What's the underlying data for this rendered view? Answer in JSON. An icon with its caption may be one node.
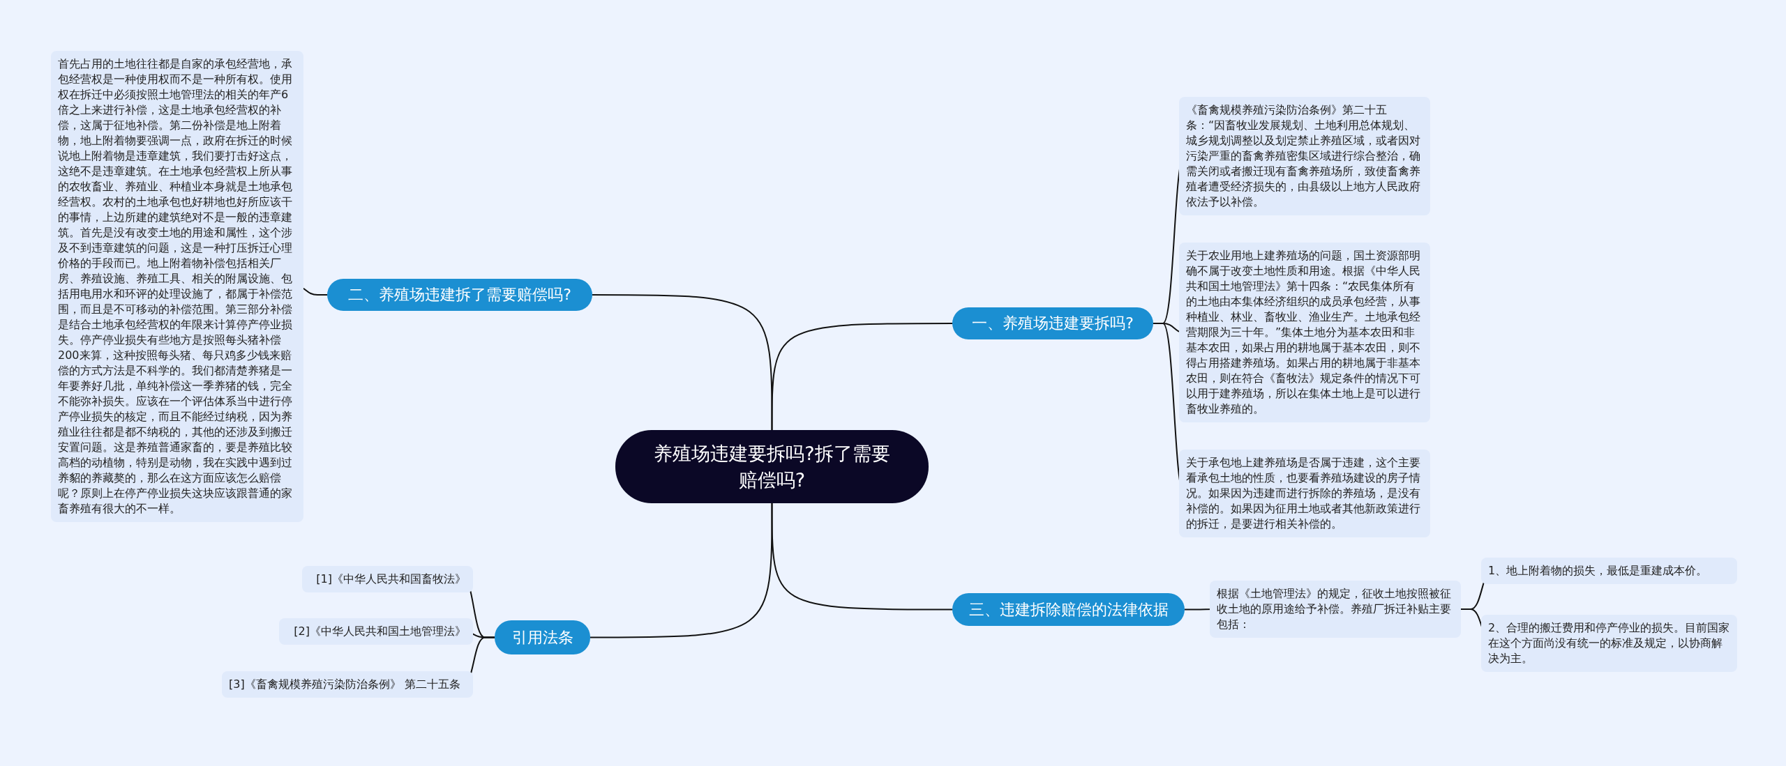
{
  "diagram": {
    "nodes": [
      {
        "text": [
          "养殖场违建要拆吗?拆了需要赔偿吗?"
        ]
      },
      {
        "text": [
          "二、养殖场违建拆了需要赔偿吗?"
        ]
      },
      {
        "text": [
          "首先占用的土地往往都是自家的承包经营地，承包经营权是一种使用权而不是一种所有权。使用权在拆迁中必须按照土地管理法的相关的年产6倍之上来进行补偿，这是土地承包经营权的补偿，这属于征地补偿。第二份补偿是地上附着物，地上附着物要强调一点，政府在拆迁的时候说地上附着物是违章建筑，我们要打击好这点，这绝不是违章建筑。在土地承包经营权上所从事的农牧畜业、养殖业、种植业本身就是土地承包经营权。农村的土地承包也好耕地也好所应该干的事情，上边所建的建筑绝对不是一般的违章建筑。首先是没有改变土地的用途和属性，这个涉及不到违章建筑的问题，这是一种打压拆迁心理价格的手段而已。地上附着物补偿包括相关厂房、养殖设施、养殖工具、相关的附属设施、包括用电用水和环评的处理设施了，都属于补偿范围，而且是不可移动的补偿范围。第三部分补偿是结合土地承包经营权的年限来计算停产停业损失。停产停业损失有些地方是按照每头猪补偿200来算，这种按照每头猪、每只鸡多少钱来赔偿的方式方法是不科学的。我们都清楚养猪是一年要养好几批，单纯补偿这一季养猪的钱，完全不能弥补损失。应该在一个评估体系当中进行停产停业损失的核定，而且不能经过纳税，因为养殖业往往都是都不纳税的，其他的还涉及到搬迁安置问题。这是养殖普通家畜的，要是养殖比较高档的动植物，特别是动物，我在实践中遇到过养貂的养藏獒的，那么在这方面应该怎么赔偿呢？原则上在停产停业损失这块应该跟普通的家畜养殖有很大的不一样。"
        ]
      },
      {
        "text": [
          "引用法条"
        ]
      },
      {
        "text": [
          "[1]《中华人民共和国畜牧法》"
        ]
      },
      {
        "text": [
          "[2]《中华人民共和国土地管理法》"
        ]
      },
      {
        "text": [
          "[3]《畜禽规模养殖污染防治条例》 第二十五条"
        ]
      },
      {
        "text": [
          "一、养殖场违建要拆吗?"
        ]
      },
      {
        "text": [
          "《畜禽规模养殖污染防治条例》第二十五条：“因畜牧业发展规划、土地利用总体规划、城乡规划调整以及划定禁止养殖区域，或者因对污染严重的畜禽养殖密集区域进行综合整治，确需关闭或者搬迁现有畜禽养殖场所，致使畜禽养殖者遭受经济损失的，由县级以上地方人民政府依法予以补偿。"
        ]
      },
      {
        "text": [
          "关于农业用地上建养殖场的问题，国土资源部明确不属于改变土地性质和用途。根据《中华人民共和国土地管理法》第十四条：“农民集体所有的土地由本集体经济组织的成员承包经营，从事种植业、林业、畜牧业、渔业生产。土地承包经营期限为三十年。”集体土地分为基本农田和非基本农田，如果占用的耕地属于基本农田，则不得占用搭建养殖场。如果占用的耕地属于非基本农田，则在符合《畜牧法》规定条件的情况下可以用于建养殖场，所以在集体土地上是可以进行畜牧业养殖的。"
        ]
      },
      {
        "text": [
          "关于承包地上建养殖场是否属于违建，这个主要看承包土地的性质，也要看养殖场建设的房子情况。如果因为违建而进行拆除的养殖场，是没有补偿的。如果因为征用土地或者其他新政策进行的拆迁，是要进行相关补偿的。"
        ]
      },
      {
        "text": [
          "三、违建拆除赔偿的法律依据"
        ]
      },
      {
        "text": [
          "根据《土地管理法》的规定，征收土地按照被征收土地的原用途给予补偿。养殖厂拆迁补贴主要包括："
        ]
      },
      {
        "text": [
          "1、地上附着物的损失，最低是重建成本价。"
        ]
      },
      {
        "text": [
          "2、合理的搬迁费用和停产停业的损失。目前国家在这个方面尚没有统一的标准及规定，以协商解决为主。"
        ]
      }
    ],
    "edges": [
      {
        "from": 0,
        "to": 1,
        "arrow": "none"
      },
      {
        "from": 1,
        "to": 2,
        "arrow": "none"
      },
      {
        "from": 0,
        "to": 3,
        "arrow": "none"
      },
      {
        "from": 3,
        "to": 4,
        "arrow": "none"
      },
      {
        "from": 3,
        "to": 5,
        "arrow": "none"
      },
      {
        "from": 3,
        "to": 6,
        "arrow": "none"
      },
      {
        "from": 0,
        "to": 7,
        "arrow": "none"
      },
      {
        "from": 7,
        "to": 8,
        "arrow": "none"
      },
      {
        "from": 7,
        "to": 9,
        "arrow": "none"
      },
      {
        "from": 7,
        "to": 10,
        "arrow": "none"
      },
      {
        "from": 0,
        "to": 11,
        "arrow": "none"
      },
      {
        "from": 11,
        "to": 12,
        "arrow": "none"
      },
      {
        "from": 12,
        "to": 13,
        "arrow": "none"
      },
      {
        "from": 12,
        "to": 14,
        "arrow": "none"
      }
    ]
  }
}
